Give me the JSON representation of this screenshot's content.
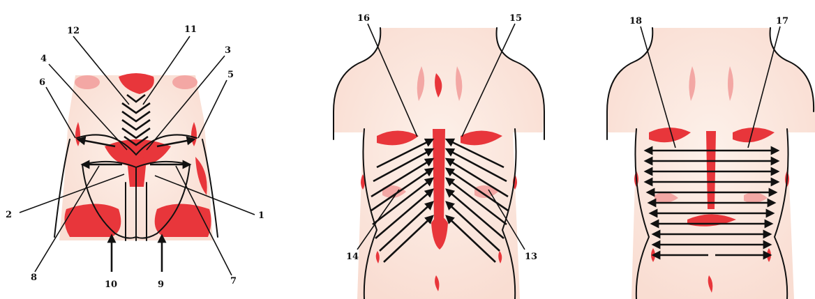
{
  "figure": {
    "panels": [
      {
        "id": "front-torso",
        "labels": [
          "1",
          "2",
          "3",
          "4",
          "5",
          "6",
          "7",
          "8",
          "9",
          "10",
          "11",
          "12"
        ]
      },
      {
        "id": "back-oblique",
        "labels": [
          "13",
          "14",
          "15",
          "16"
        ]
      },
      {
        "id": "back-transverse",
        "labels": [
          "17",
          "18"
        ]
      }
    ]
  },
  "colors": {
    "accent": "#e8363b",
    "accent_light": "#f3a7a4",
    "skin": "#fbe8e0",
    "ink": "#111111"
  }
}
